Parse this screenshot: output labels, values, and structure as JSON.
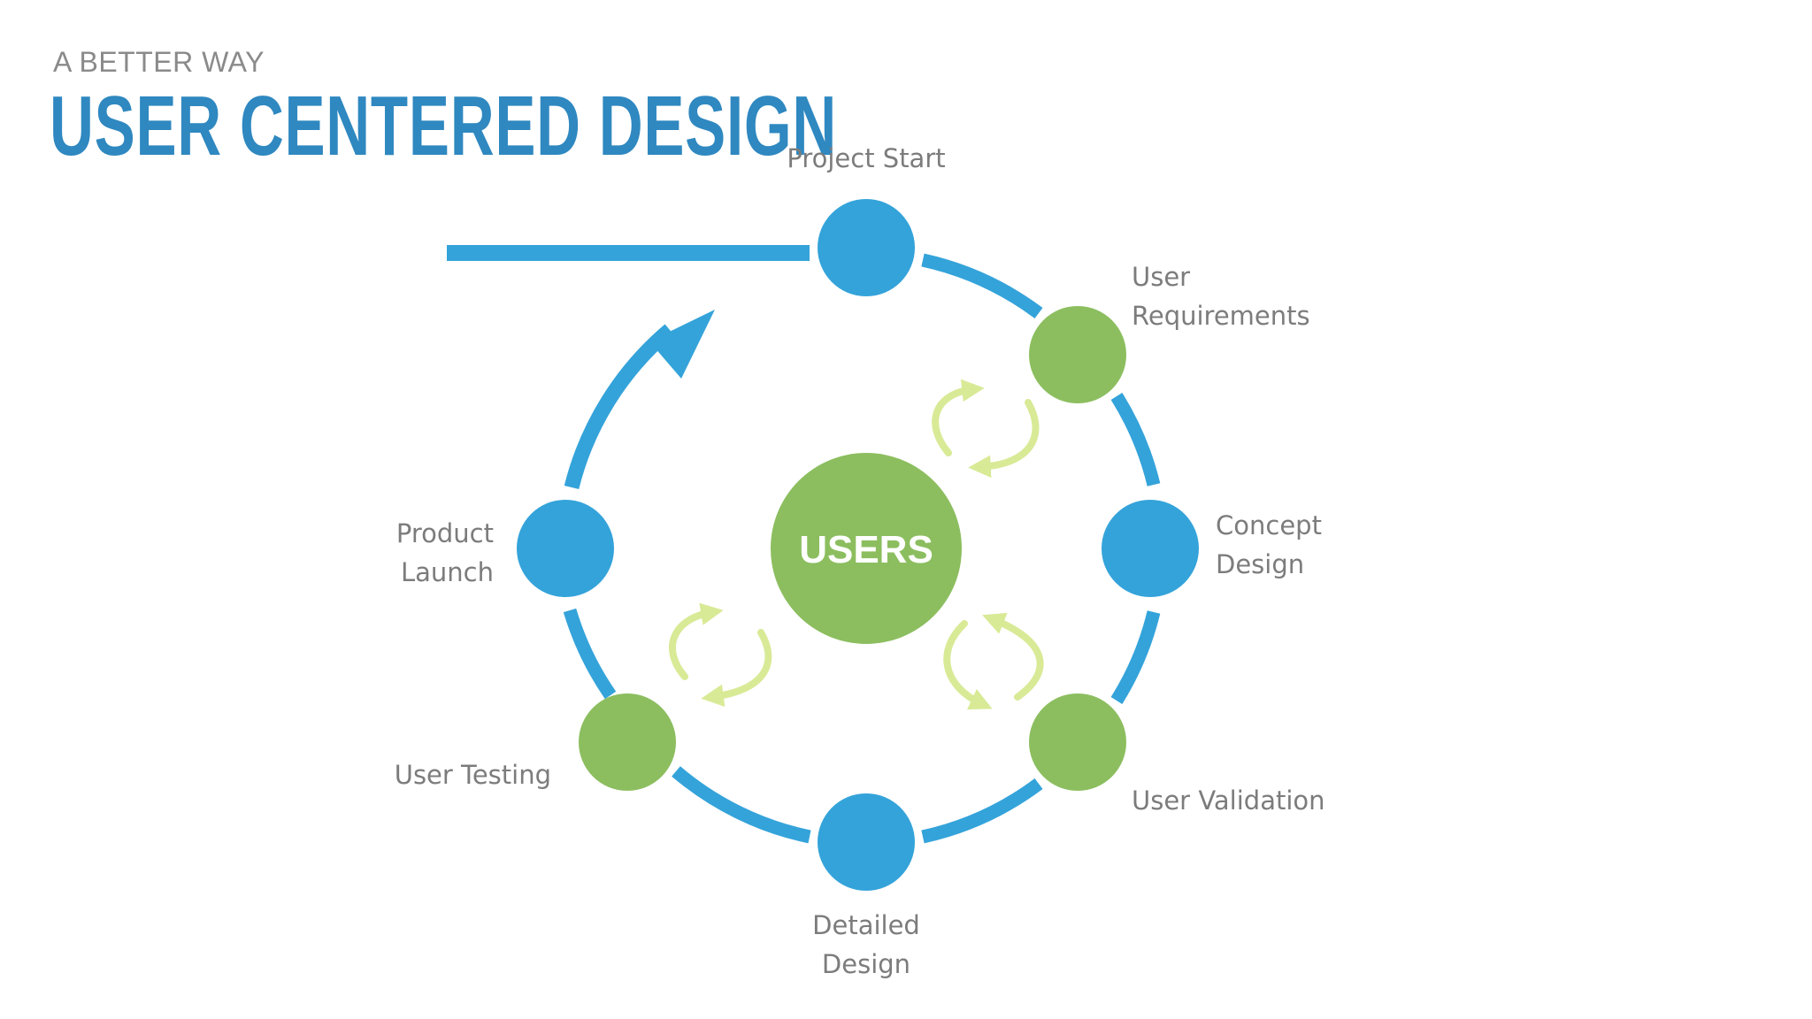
{
  "slide": {
    "subtitle": "A BETTER WAY",
    "title": "USER CENTERED DESIGN"
  },
  "diagram": {
    "center": {
      "label": "USERS",
      "color": "#8cbe5f"
    },
    "colors": {
      "blue": "#34a3da",
      "green": "#8cbe5f",
      "light_green": "#d8ea96",
      "label_gray": "#7c7c7c",
      "title_blue": "#2f88c0"
    },
    "stages": [
      {
        "id": "project-start",
        "lines": [
          "Project Start"
        ],
        "color": "blue"
      },
      {
        "id": "user-requirements",
        "lines": [
          "User",
          "Requirements"
        ],
        "color": "green"
      },
      {
        "id": "concept-design",
        "lines": [
          "Concept",
          "Design"
        ],
        "color": "blue"
      },
      {
        "id": "user-validation",
        "lines": [
          "User Validation"
        ],
        "color": "green"
      },
      {
        "id": "detailed-design",
        "lines": [
          "Detailed",
          "Design"
        ],
        "color": "blue"
      },
      {
        "id": "user-testing",
        "lines": [
          "User Testing"
        ],
        "color": "green"
      },
      {
        "id": "product-launch",
        "lines": [
          "Product",
          "Launch"
        ],
        "color": "blue"
      }
    ]
  }
}
